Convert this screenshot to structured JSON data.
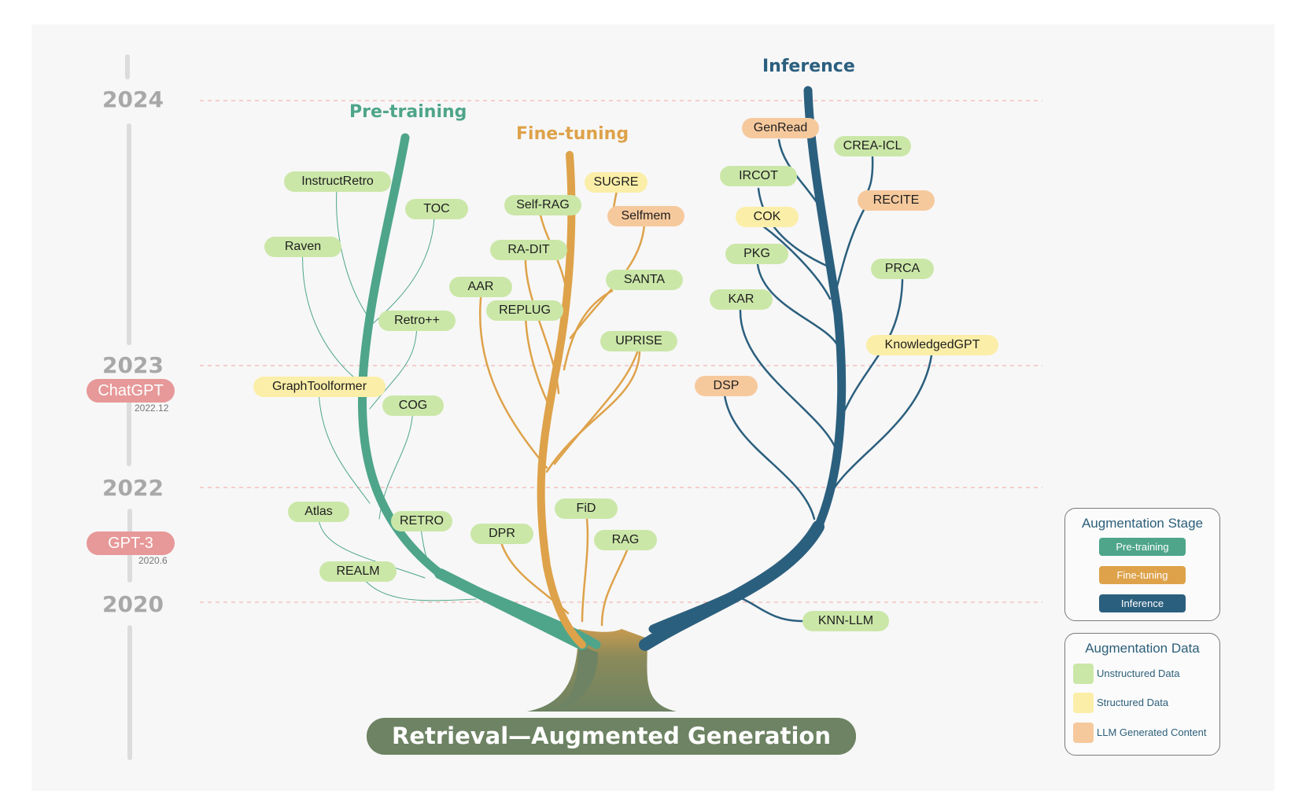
{
  "title": "Retrieval—Augmented Generation",
  "years": [
    "2024",
    "2023",
    "2022",
    "2020"
  ],
  "milestones": [
    {
      "label": "ChatGPT",
      "date": "2022.12"
    },
    {
      "label": "GPT-3",
      "date": "2020.6"
    }
  ],
  "stages": {
    "pretraining": "Pre-training",
    "finetuning": "Fine-tuning",
    "inference": "Inference"
  },
  "colors": {
    "pretraining": "#4ea58a",
    "finetuning": "#dea24a",
    "inference": "#2b5f7e",
    "unstructured": "#cbe7a8",
    "structured": "#fbeea8",
    "llm": "#f6c99d",
    "base": "#6d8363"
  },
  "nodes": {
    "pretraining": [
      "InstructRetro",
      "TOC",
      "Raven",
      "Retro++",
      "GraphToolformer",
      "COG",
      "Atlas",
      "RETRO",
      "REALM"
    ],
    "finetuning": [
      "SUGRE",
      "Self-RAG",
      "Selfmem",
      "RA-DIT",
      "SANTA",
      "AAR",
      "REPLUG",
      "UPRISE",
      "FiD",
      "RAG",
      "DPR"
    ],
    "inference": [
      "GenRead",
      "CREA-ICL",
      "IRCOT",
      "RECITE",
      "COK",
      "PKG",
      "PRCA",
      "KAR",
      "KnowledgedGPT",
      "DSP",
      "KNN-LLM"
    ]
  },
  "legend": {
    "stage_title": "Augmentation Stage",
    "stage_items": [
      "Pre-training",
      "Fine-tuning",
      "Inference"
    ],
    "data_title": "Augmentation Data",
    "data_items": [
      "Unstructured Data",
      "Structured Data",
      "LLM Generated Content"
    ]
  }
}
